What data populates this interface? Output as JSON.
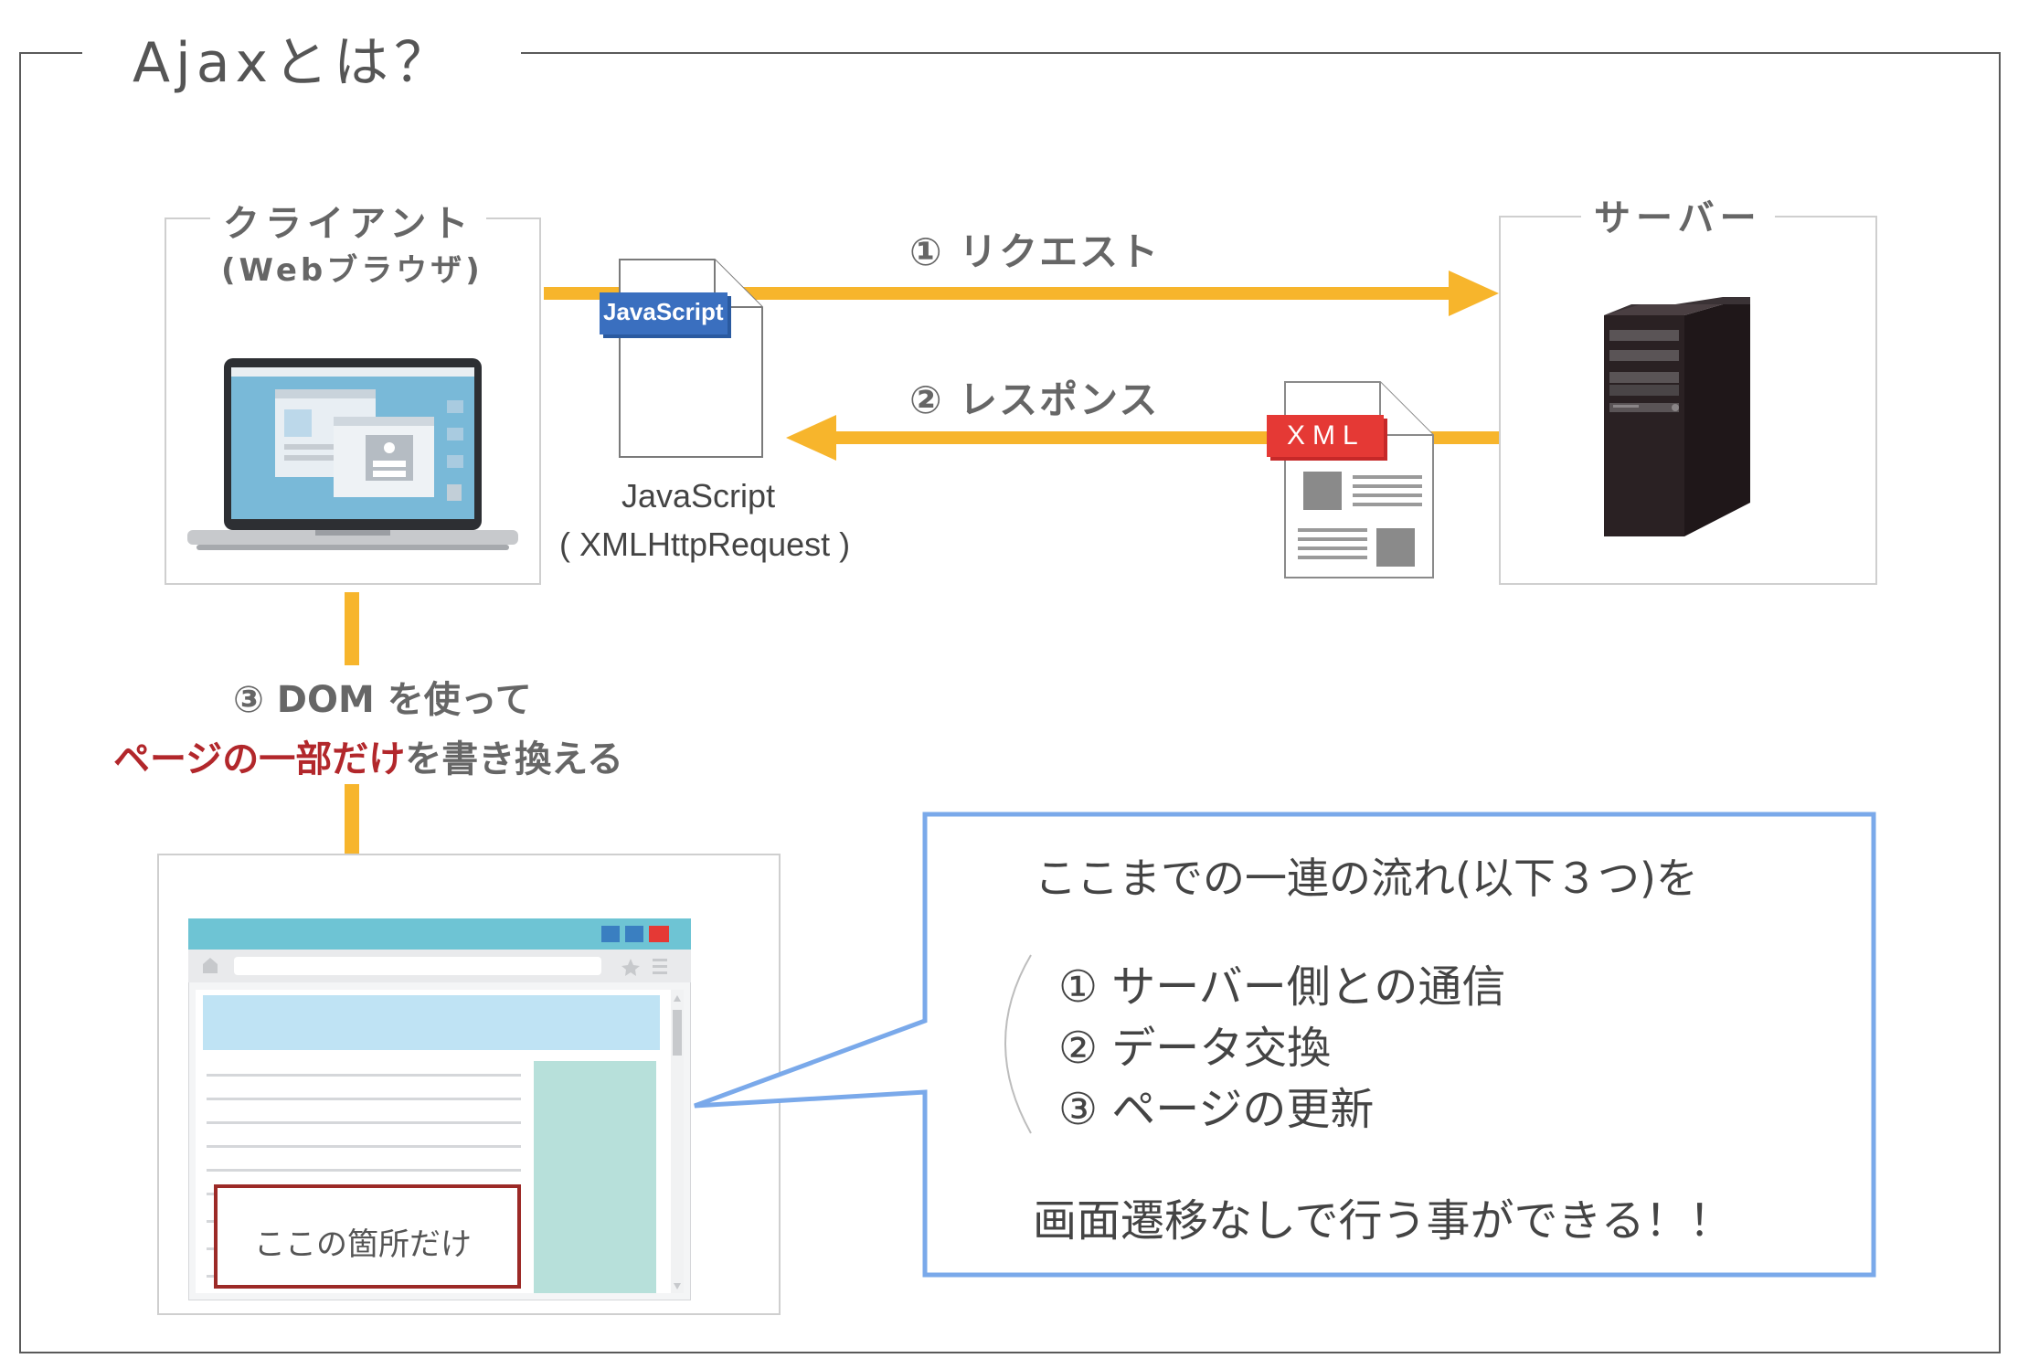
{
  "title": "Ajaxとは？",
  "client": {
    "label": "クライアント",
    "sublabel": "(Webブラウザ)"
  },
  "server": {
    "label": "サーバー"
  },
  "js_doc": {
    "tag": "JavaScript",
    "caption_line1": "JavaScript",
    "caption_line2": "( XMLHttpRequest )"
  },
  "xml_doc": {
    "tag": "XML"
  },
  "request": {
    "label": "① リクエスト"
  },
  "response": {
    "label": "② レスポンス"
  },
  "dom": {
    "line1": "③ DOM を使って",
    "line2_highlight": "ページの一部だけ",
    "line2_rest": "を書き換える"
  },
  "browser_mock": {
    "highlight_text": "ここの箇所だけ"
  },
  "callout": {
    "lead": "ここまでの一連の流れ(以下３つ)を",
    "items": [
      "① サーバー側との通信",
      "② データ交換",
      "③ ページの更新"
    ],
    "conclusion": "画面遷移なしで行う事ができる！！"
  },
  "colors": {
    "arrow": "#f7b52c",
    "highlight_text": "#b2272b",
    "highlight_box": "#9c2a27",
    "callout_border": "#7aa9ea",
    "js_tag": "#3a6fbf",
    "xml_tag": "#e53935",
    "window_bar": "#6ec4d4"
  }
}
